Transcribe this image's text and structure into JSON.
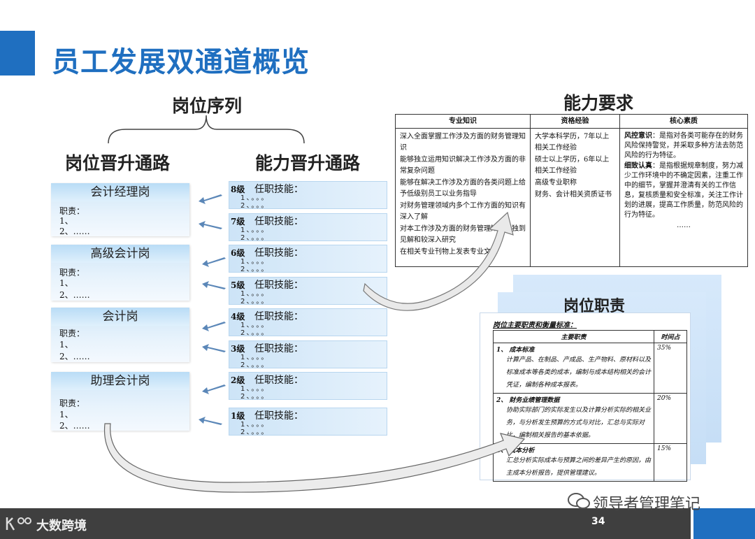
{
  "page_title": "员工发展双通道概览",
  "headings": {
    "position_sequence": "岗位序列",
    "position_path": "岗位晋升通路",
    "skill_path": "能力晋升通路",
    "ability_req": "能力要求",
    "job_duty": "岗位职责"
  },
  "positions": [
    {
      "title": "会计经理岗",
      "duty": "职责：",
      "l1": "1、",
      "l2": "2、……"
    },
    {
      "title": "高级会计岗",
      "duty": "职责：",
      "l1": "1、",
      "l2": "2、……"
    },
    {
      "title": "会计岗",
      "duty": "职责：",
      "l1": "1、",
      "l2": "2、……"
    },
    {
      "title": "助理会计岗",
      "duty": "职责：",
      "l1": "1、",
      "l2": "2、……"
    }
  ],
  "levels": [
    {
      "num": "8级",
      "label": "任职技能：",
      "i1": "1、。。。",
      "i2": "2、。。。"
    },
    {
      "num": "7级",
      "label": "任职技能：",
      "i1": "1、。。。",
      "i2": "2、。。。"
    },
    {
      "num": "6级",
      "label": "任职技能：",
      "i1": "1、。。。",
      "i2": "2、。。。"
    },
    {
      "num": "5级",
      "label": "任职技能：",
      "i1": "1、。。。",
      "i2": "2、。。。"
    },
    {
      "num": "4级",
      "label": "任职技能：",
      "i1": "1、。。。",
      "i2": "2、。。。"
    },
    {
      "num": "3级",
      "label": "任职技能：",
      "i1": "1、。。。",
      "i2": "2、。。。"
    },
    {
      "num": "2级",
      "label": "任职技能：",
      "i1": "1、。。。",
      "i2": "2、。。。"
    },
    {
      "num": "1级",
      "label": "任职技能：",
      "i1": "1、。。。",
      "i2": "2、。。。"
    }
  ],
  "ability_table": {
    "headers": [
      "专业知识",
      "资格经验",
      "核心素质"
    ],
    "knowledge": [
      "深入全面掌握工作涉及方面的财务管理知识",
      "能够独立运用知识解决工作涉及方面的非常复杂问题",
      "能够在解决工作涉及方面的各类问题上给予低级别员工以业务指导",
      "对财务管理领域内多个工作方面的知识有深入了解",
      "对本工作涉及方面的财务管理知识有独到见解和较深入研究",
      "在相关专业刊物上发表专业文章"
    ],
    "experience": [
      "大学本科学历，7年以上相关工作经验",
      "硕士以上学历，6年以上相关工作经验",
      "高级专业职称",
      "财务、会计相关资质证书"
    ],
    "core": [
      {
        "kw": "风控意识",
        "text": "：是指对各类可能存在的财务风险保持警觉，并采取多种方法去防范风险的行为特征。"
      },
      {
        "kw": "细致认真",
        "text": "：是指根据规章制度，努力减少工作环境中的不确定因素，注重工作中的细节，掌握并澄清有关的工作信息，复核质量和安全标准，关注工作计划的进展，提高工作质量，防范风险的行为特征。"
      }
    ],
    "core_more": "……"
  },
  "duty_doc": {
    "heading": "岗位主要职责和衡量标准：",
    "col_main": "主要职责",
    "col_time": "时间占",
    "rows": [
      {
        "title": "1、 成本标准",
        "text": "计算产品、在制品、产成品、生产物料、原材料以及标准成本等各类的成本，编制与成本结构相关的会计凭证，编制各种成本报表。",
        "pct": "35%"
      },
      {
        "title": "2、 财务业绩管理数据",
        "text": "协助实际部门的实际发生以及计算分析实际的相关业务，与分析发生预算的方式与对比，汇总与实际对比，编制相关报告的基本依据。",
        "pct": "20%"
      },
      {
        "title": "3、 成本分析",
        "text": "汇总分析实际成本与预算之间的差异产生的原因，由主成本分析报告，提供管理建议。",
        "pct": "15%"
      }
    ]
  },
  "footer": {
    "brand": "大数跨境",
    "page": "34",
    "watermark": "领导者管理笔记"
  },
  "colors": {
    "accent": "#1f6fc0",
    "footer": "#3f3f3f",
    "box": "#cfe6f8"
  }
}
